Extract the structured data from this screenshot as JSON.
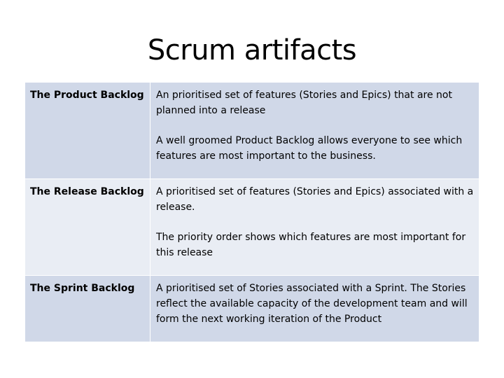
{
  "slide": {
    "title": "Scrum artifacts"
  },
  "table": {
    "rows": [
      {
        "name": "The Product Backlog",
        "paragraphs": [
          "An prioritised set of features (Stories and Epics) that are not planned into a release",
          "A well groomed Product Backlog allows everyone to see which features are most important to the business."
        ]
      },
      {
        "name": "The Release Backlog",
        "paragraphs": [
          "A prioritised set of features (Stories and Epics) associated with a release.",
          "The priority order shows which features are most important for this release"
        ]
      },
      {
        "name": "The Sprint Backlog",
        "paragraphs": [
          "A prioritised set of Stories associated with a Sprint. The Stories reflect the available capacity of the development team and will form the next working iteration of the Product"
        ]
      }
    ]
  },
  "colors": {
    "row_dark": "#d0d8e8",
    "row_light": "#e9edf4"
  }
}
